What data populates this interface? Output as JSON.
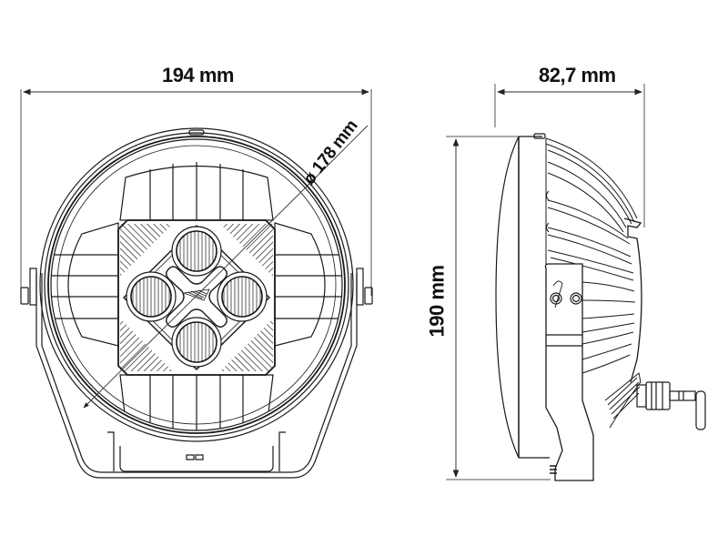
{
  "drawing": {
    "title": "Round LED driving light — dimension drawing",
    "views": [
      {
        "name": "front-view",
        "description": "Front view with four round LED reflectors around central logo"
      },
      {
        "name": "side-view",
        "description": "Side profile with finned heatsink, mounting bracket and connector"
      }
    ],
    "line_color": "#1a1a1a",
    "dimension_line_color": "#555555",
    "background": "#ffffff"
  },
  "dimensions": {
    "width": {
      "label": "194 mm",
      "value": 194,
      "unit": "mm",
      "orientation": "horizontal"
    },
    "depth": {
      "label": "82,7 mm",
      "value": 82.7,
      "unit": "mm",
      "orientation": "horizontal"
    },
    "diameter": {
      "label": "ø 178 mm",
      "value": 178,
      "unit": "mm",
      "orientation": "diagonal"
    },
    "height": {
      "label": "190 mm",
      "value": 190,
      "unit": "mm",
      "orientation": "vertical"
    }
  }
}
